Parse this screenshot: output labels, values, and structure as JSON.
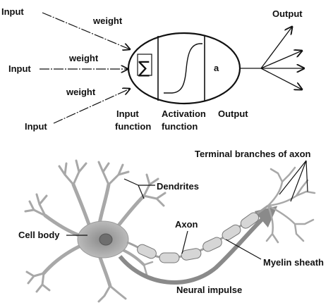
{
  "perceptron": {
    "inputs": [
      "Input",
      "Input",
      "Input"
    ],
    "weights": [
      "weight",
      "weight",
      "weight"
    ],
    "summation_symbol": "∑",
    "activation_output_symbol": "a",
    "output_top": "Output",
    "input_function": [
      "Input",
      "function"
    ],
    "activation_function": [
      "Activation",
      "function"
    ],
    "output_caption": "Output"
  },
  "neuron": {
    "terminal_branches": "Terminal branches of axon",
    "dendrites": "Dendrites",
    "cell_body": "Cell body",
    "axon": "Axon",
    "myelin_sheath": "Myelin sheath",
    "neural_impulse": "Neural impulse"
  },
  "colors": {
    "ink": "#111111",
    "neuron_body": "#b9b9b9",
    "myelin": "#d6d6d6",
    "impulse_arrow": "#8a8a8a"
  }
}
